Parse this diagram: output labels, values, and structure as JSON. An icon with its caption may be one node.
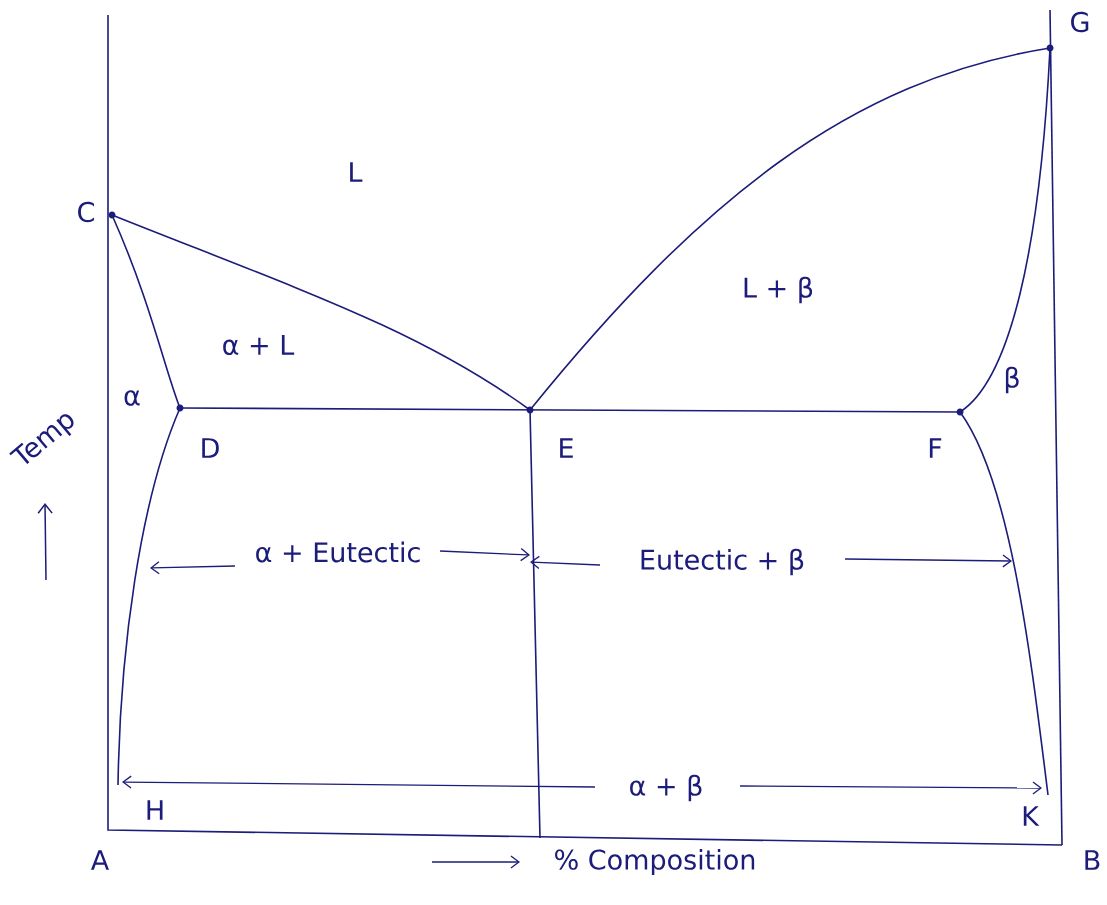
{
  "diagram": {
    "labels": [
      "G",
      "L",
      "C",
      "L + β",
      "α + L",
      "β",
      "α",
      "Temp",
      "D",
      "E",
      "F",
      "α + Eutectic",
      "Eutectic + β",
      "α + β",
      "H",
      "K",
      "A",
      "B",
      "% Composition"
    ]
  }
}
